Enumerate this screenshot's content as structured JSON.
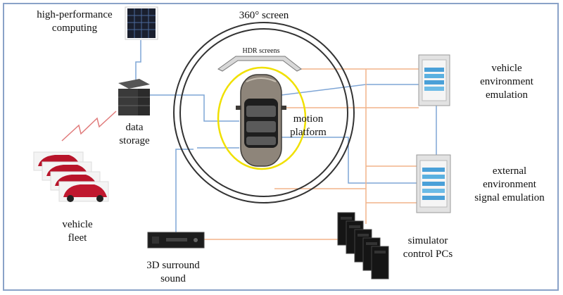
{
  "labels": {
    "hpc_line1": "high-performance",
    "hpc_line2": "computing",
    "screen_360": "360° screen",
    "hdr_screens": "HDR screens",
    "vehicle_env_line1": "vehicle",
    "vehicle_env_line2": "environment",
    "vehicle_env_line3": "emulation",
    "data_storage_line1": "data",
    "data_storage_line2": "storage",
    "motion_line1": "motion",
    "motion_line2": "platform",
    "external_env_line1": "external",
    "external_env_line2": "environment",
    "external_env_line3": "signal emulation",
    "vehicle_fleet_line1": "vehicle",
    "vehicle_fleet_line2": "fleet",
    "simulator_line1": "simulator",
    "simulator_line2": "control PCs",
    "surround_line1": "3D surround",
    "surround_line2": "sound"
  },
  "colors": {
    "frame": "#8aa2c8",
    "blue_link": "#7fa6d6",
    "orange_link": "#f2b48a",
    "red_wireless": "#e07a7a",
    "motion_ring": "#f0e000",
    "screen_ring": "#333333"
  }
}
